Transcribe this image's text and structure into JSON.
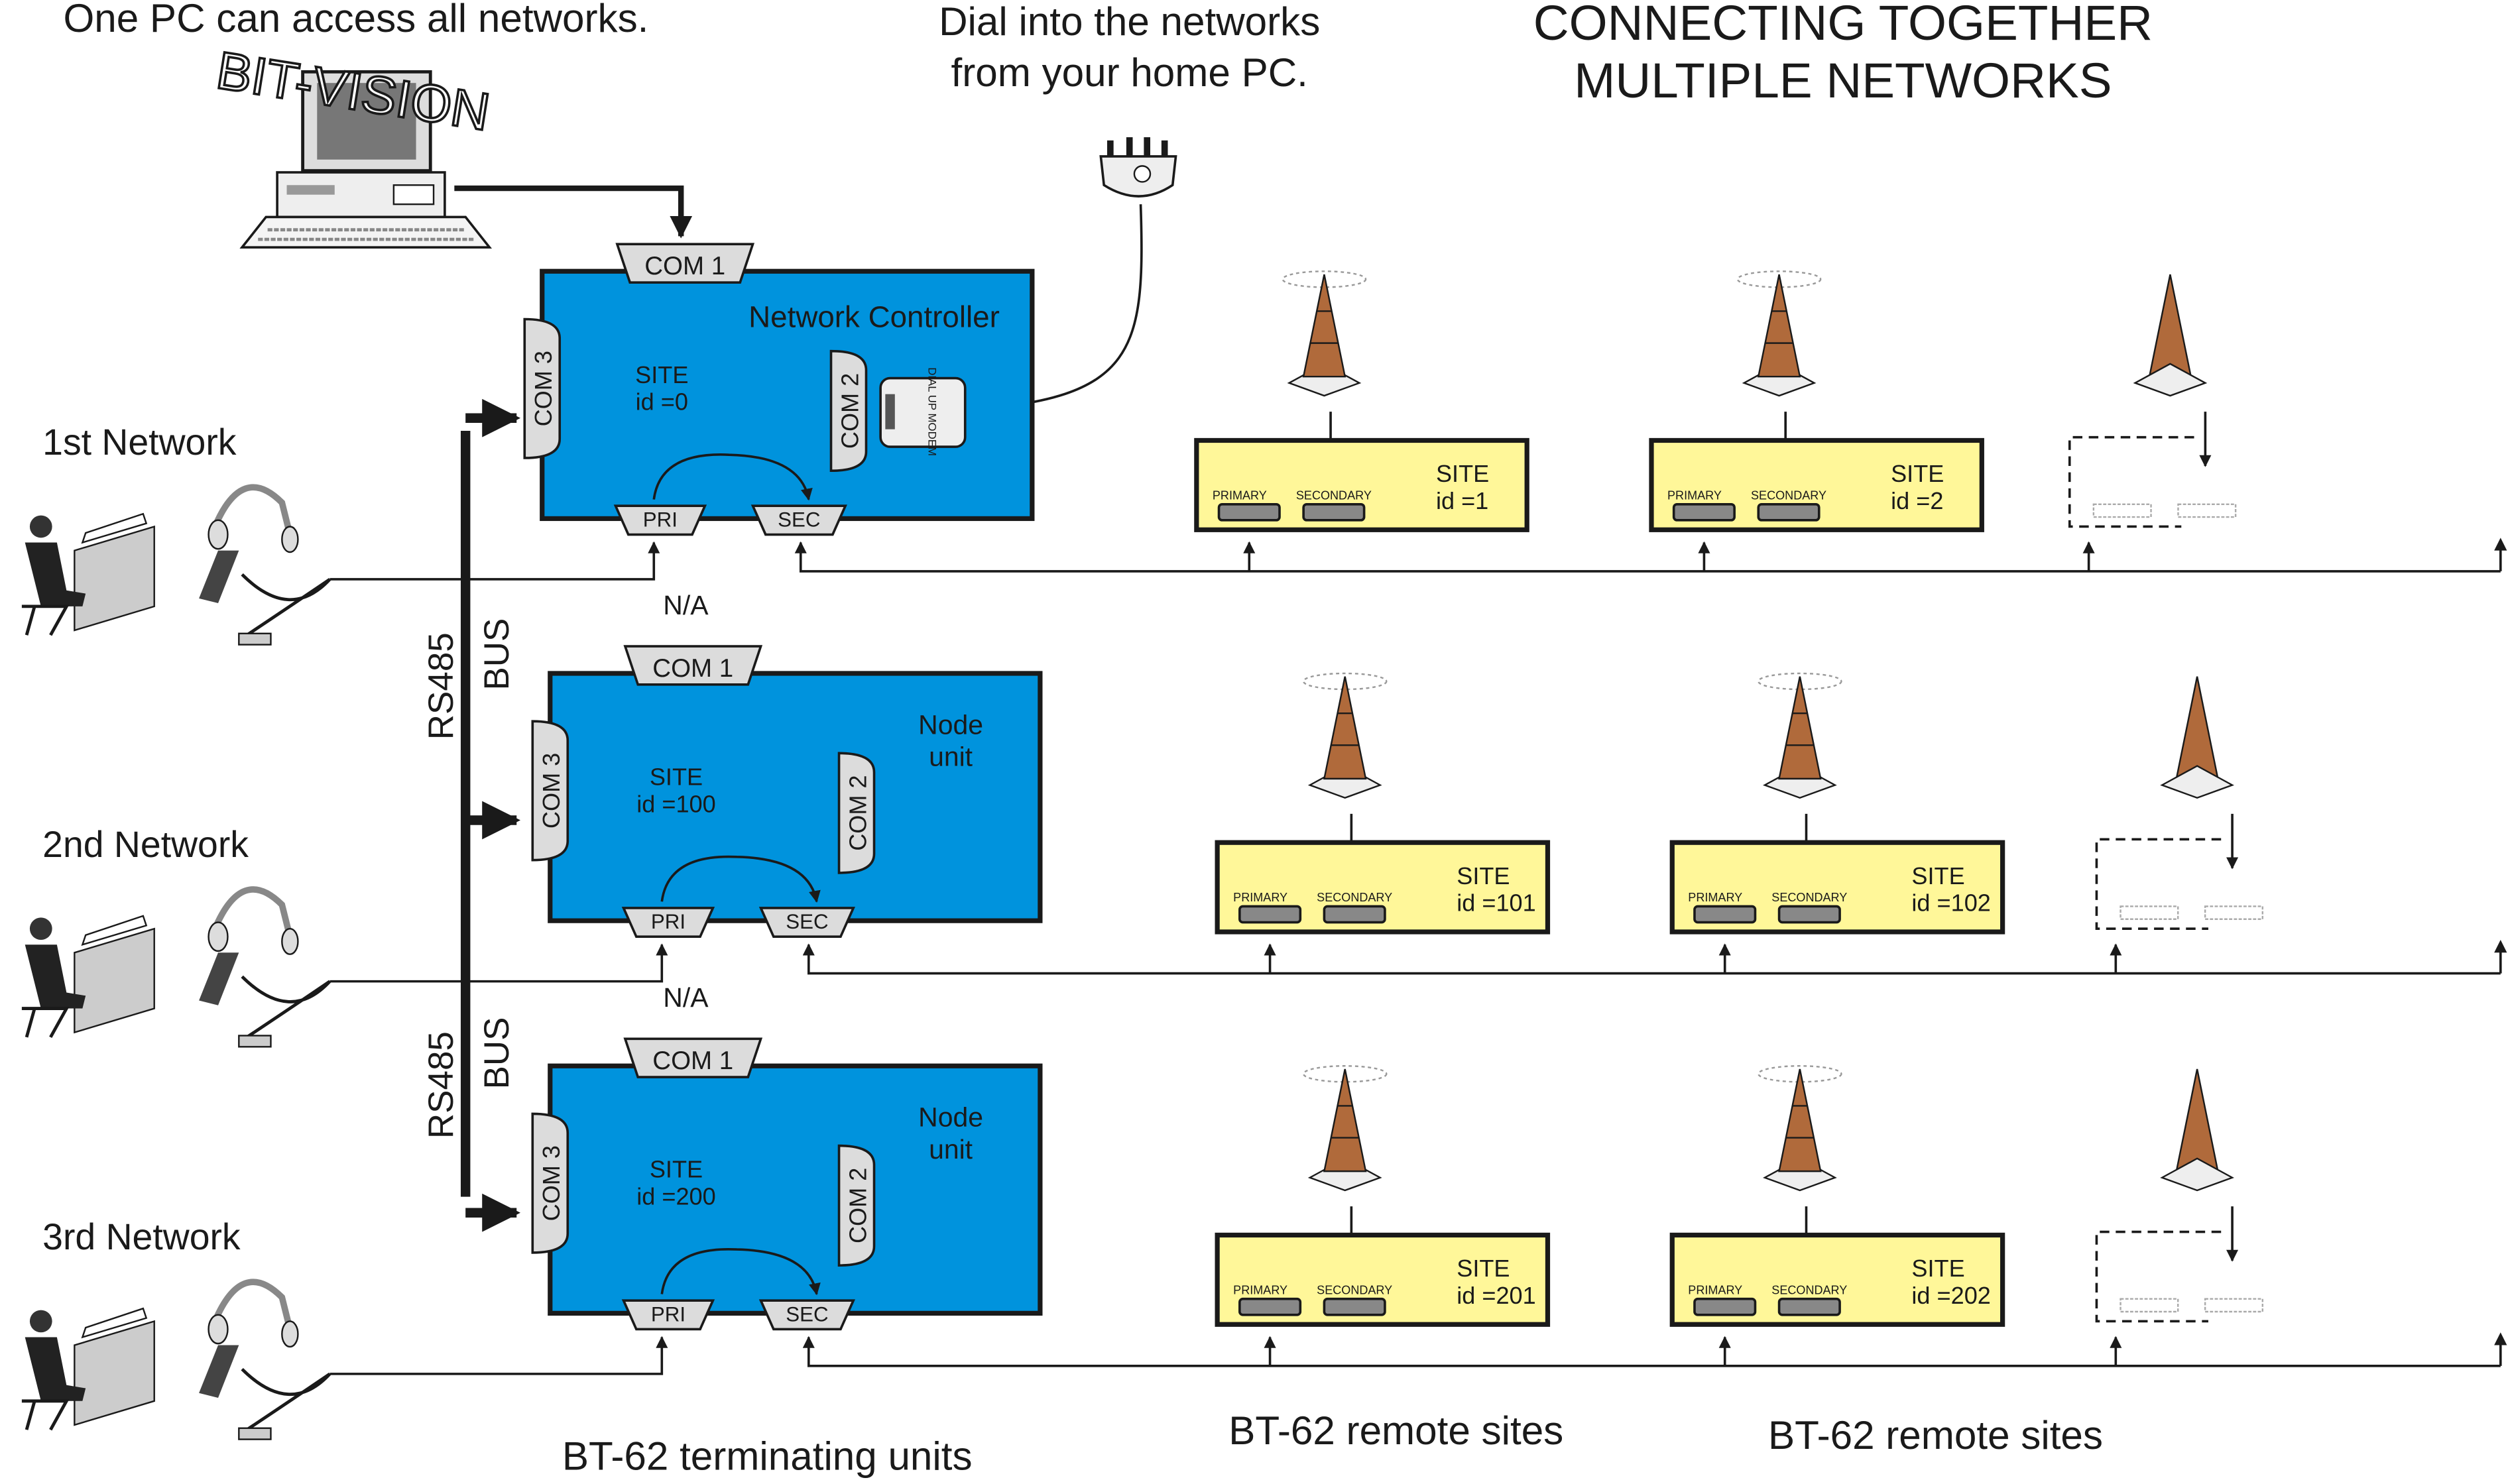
{
  "headings": {
    "pc_access": "One PC can access all networks.",
    "dial_line1": "Dial into the networks",
    "dial_line2": "from your home PC.",
    "title_line1": "CONNECTING TOGETHER",
    "title_line2": "MULTIPLE NETWORKS"
  },
  "logo_text": "BIT-VISION",
  "modem_label": "DIAL UP MODEM",
  "port_labels": {
    "com1": "COM 1",
    "com2": "COM 2",
    "com3": "COM 3",
    "pri": "PRI",
    "sec": "SEC",
    "primary": "PRIMARY",
    "secondary": "SECONDARY"
  },
  "bus_labels": {
    "rs485": "RS485",
    "bus": "BUS"
  },
  "colors": {
    "unit_blue": "#0093dd",
    "remote_yellow": "#fff799",
    "port_grey": "#dcdcdc"
  },
  "networks": [
    {
      "label": "1st Network",
      "unit_name": "Network Controller",
      "site_label": "SITE",
      "site_id": "id =0",
      "com1_note": "",
      "has_modem": true,
      "remotes": [
        {
          "site_label": "SITE",
          "site_id": "id =1"
        },
        {
          "site_label": "SITE",
          "site_id": "id =2"
        }
      ]
    },
    {
      "label": "2nd Network",
      "unit_name": "Node unit",
      "site_label": "SITE",
      "site_id": "id =100",
      "com1_note": "N/A",
      "has_modem": false,
      "remotes": [
        {
          "site_label": "SITE",
          "site_id": "id =101"
        },
        {
          "site_label": "SITE",
          "site_id": "id =102"
        }
      ]
    },
    {
      "label": "3rd Network",
      "unit_name": "Node unit",
      "site_label": "SITE",
      "site_id": "id =200",
      "com1_note": "N/A",
      "has_modem": false,
      "remotes": [
        {
          "site_label": "SITE",
          "site_id": "id =201"
        },
        {
          "site_label": "SITE",
          "site_id": "id =202"
        }
      ]
    }
  ],
  "footer": {
    "terminating": "BT-62 terminating units",
    "remote1": "BT-62 remote sites",
    "remote2": "BT-62 remote sites"
  }
}
